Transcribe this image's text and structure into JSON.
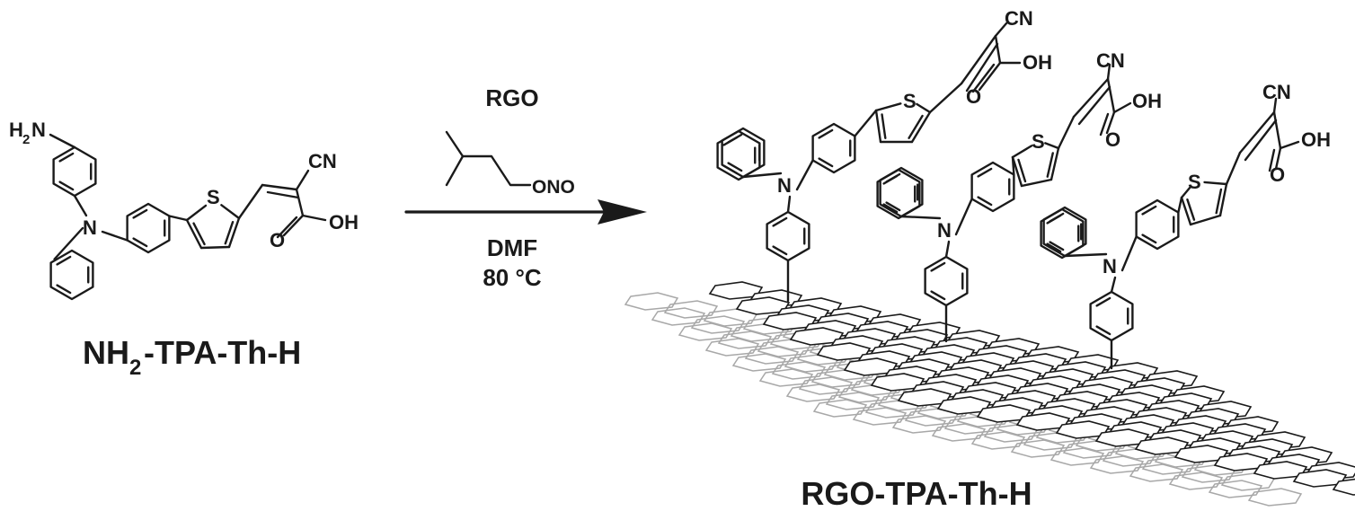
{
  "reactant": {
    "amine_label": "H",
    "amine_sub": "2",
    "amine_n": "N",
    "n_label": "N",
    "s_label": "S",
    "cn_label": "CN",
    "o_label": "O",
    "oh_label": "OH",
    "name_main": "NH",
    "name_sub": "2",
    "name_rest": "-TPA-Th-H"
  },
  "conditions": {
    "reagent": "RGO",
    "nitrite_label": "ONO",
    "solvent": "DMF",
    "temperature": "80 °C"
  },
  "product": {
    "n_label": "N",
    "s_label": "S",
    "cn_label": "CN",
    "o_label": "O",
    "oh_label": "OH",
    "name": "RGO-TPA-Th-H"
  },
  "colors": {
    "ink": "#1a1a1a",
    "sheet_back": "#a8a8a8",
    "background": "#ffffff"
  }
}
